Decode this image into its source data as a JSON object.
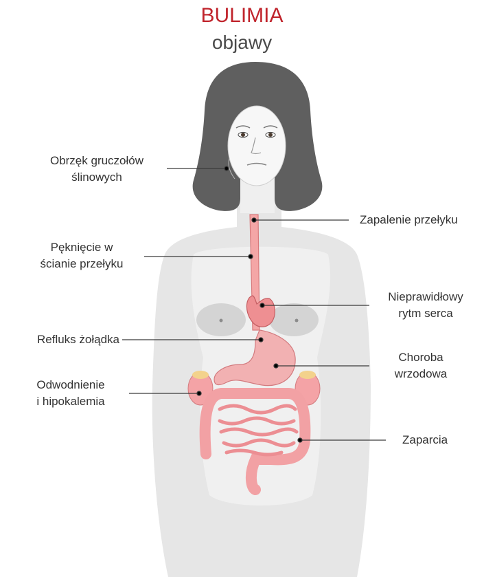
{
  "title": "BULIMIA",
  "subtitle": "objawy",
  "colors": {
    "title": "#c0242c",
    "text": "#333333",
    "leader_line": "#3a3a3a",
    "hair": "#606060",
    "skin": "#e8e8e8",
    "organ": "#f2a0a3"
  },
  "labels": {
    "salivary": [
      "Obrzęk gruczołów",
      "ślinowych"
    ],
    "esophagitis": [
      "Zapalenie przełyku"
    ],
    "rupture": [
      "Pęknięcie w",
      "ścianie przełyku"
    ],
    "arrhythmia": [
      "Nieprawidłowy",
      "rytm serca"
    ],
    "reflux": [
      "Refluks żołądka"
    ],
    "ulcer": [
      "Choroba",
      "wrzodowa"
    ],
    "dehydration": [
      "Odwodnienie",
      "i hipokalemia"
    ],
    "constipation": [
      "Zaparcia"
    ]
  }
}
